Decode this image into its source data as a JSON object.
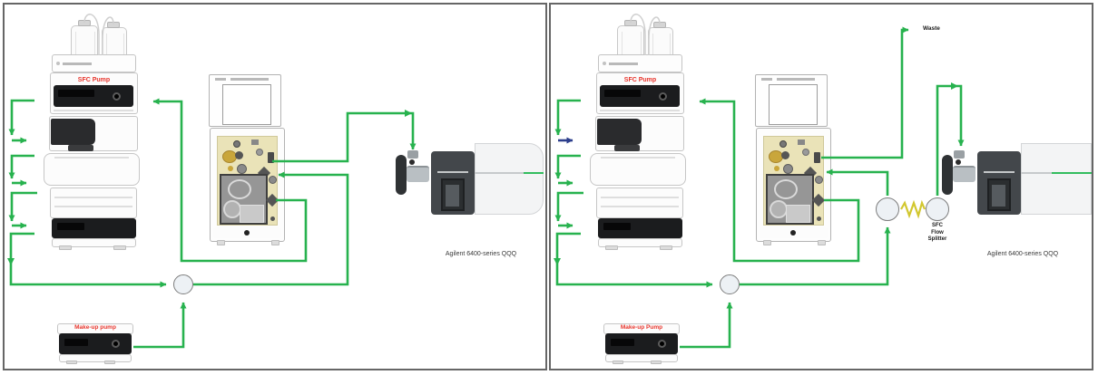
{
  "colors": {
    "flow_green": "#27b24e",
    "flow_blue": "#2c3e8c",
    "restrictor_yellow": "#d2c72f",
    "label_red": "#e8352c"
  },
  "panels": {
    "left": {
      "sfc_pump_label": "SFC Pump",
      "makeup_pump_label": "Make-up pump",
      "ms_label": "Agilent 6400-series QQQ"
    },
    "right": {
      "sfc_pump_label": "SFC Pump",
      "makeup_pump_label": "Make-up Pump",
      "ms_label": "Agilent 6400-series QQQ",
      "waste_label": "Waste",
      "splitter_label": "SFC\nFlow\nSplitter"
    }
  }
}
